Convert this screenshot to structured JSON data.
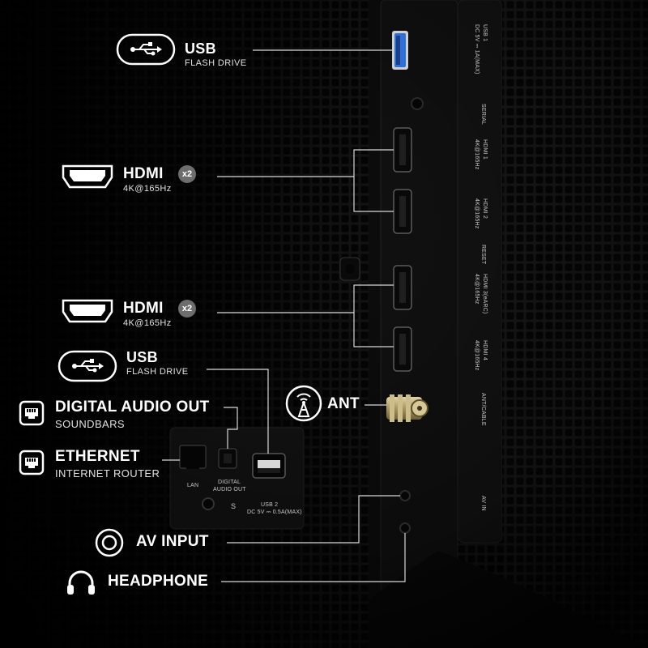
{
  "labels": {
    "usb_top": {
      "title": "USB",
      "sub": "FLASH DRIVE"
    },
    "hdmi_1": {
      "title": "HDMI",
      "badge": "x2",
      "sub": "4K@165Hz"
    },
    "hdmi_2": {
      "title": "HDMI",
      "badge": "x2",
      "sub": "4K@165Hz"
    },
    "usb_bottom": {
      "title": "USB",
      "sub": "FLASH DRIVE"
    },
    "digital_audio": {
      "title": "DIGITAL AUDIO OUT",
      "sub": "SOUNDBARS"
    },
    "ethernet": {
      "title": "ETHERNET",
      "sub": "INTERNET ROUTER"
    },
    "ant": {
      "title": "ANT"
    },
    "av_input": {
      "title": "AV INPUT"
    },
    "headphone": {
      "title": "HEADPHONE"
    }
  },
  "panel_text": {
    "usb1": "USB 1",
    "usb1_spec": "DC 5V ⎓ 1A(MAX)",
    "serial": "SERIAL",
    "hdmi1": "HDMI 1",
    "hdmi1_spec": "4K@165Hz",
    "hdmi2": "HDMI 2",
    "hdmi2_spec": "4K@165Hz",
    "reset": "RESET",
    "hdmi3": "HDMI 3(eARC)",
    "hdmi3_spec": "4K@165Hz",
    "hdmi4": "HDMI 4",
    "hdmi4_spec": "4K@165Hz",
    "ant_cable": "ANT/CABLE",
    "av_in": "AV IN",
    "lan": "LAN",
    "digital_audio_out_1": "DIGITAL",
    "digital_audio_out_2": "AUDIO OUT",
    "usb2": "USB 2",
    "usb2_spec": "DC 5V ⎓ 0.5A(MAX)",
    "s": "S"
  },
  "colors": {
    "background": "#000000",
    "panel": "#141414",
    "grille_hole": "#060606",
    "line": "#d8d8d8",
    "usb_blue": "#2f6fd8",
    "badge": "#6d6d6d",
    "coax_gold": "#b9a777"
  },
  "icons": [
    "usb-icon",
    "hdmi-icon",
    "ethernet-icon",
    "antenna-icon",
    "av-input-icon",
    "headphone-icon"
  ]
}
